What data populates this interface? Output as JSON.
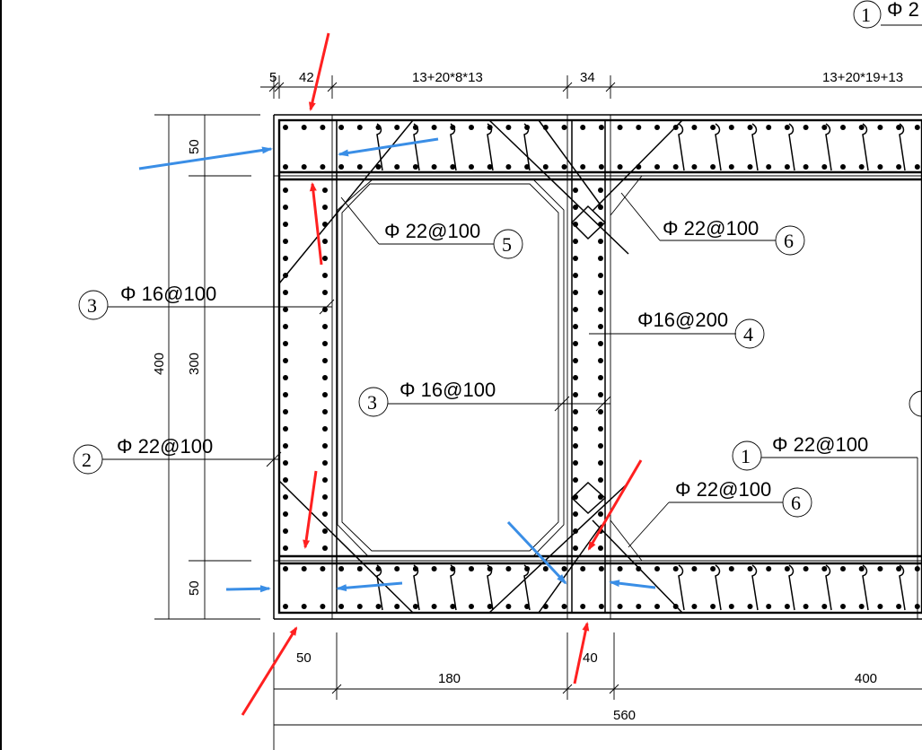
{
  "dimensions": {
    "top": {
      "d1": "5",
      "d2": "42",
      "d3": "13+20*8*13",
      "d4": "34",
      "d5": "13+20*19+13"
    },
    "left": {
      "top_slab": "50",
      "total": "400",
      "inner": "300",
      "bottom_slab": "50"
    },
    "bottom": {
      "d1": "50",
      "d2": "180",
      "d3": "40",
      "d4": "400",
      "total": "560"
    }
  },
  "callouts": [
    {
      "number": "1",
      "label": "Φ 2"
    },
    {
      "number": "5",
      "label": "Φ 22@100"
    },
    {
      "number": "6",
      "label": "Φ 22@100"
    },
    {
      "number": "3",
      "label": "Φ 16@100"
    },
    {
      "number": "4",
      "label": "Φ16@200"
    },
    {
      "number": "3",
      "label": "Φ 16@100"
    },
    {
      "number": "2",
      "label": "Φ 22@100"
    },
    {
      "number": "1",
      "label": "Φ 22@100"
    },
    {
      "number": "6",
      "label": "Φ 22@100"
    }
  ],
  "colors": {
    "red_arrow": "#ff2020",
    "blue_arrow": "#3a8ee6",
    "line": "#000000"
  }
}
